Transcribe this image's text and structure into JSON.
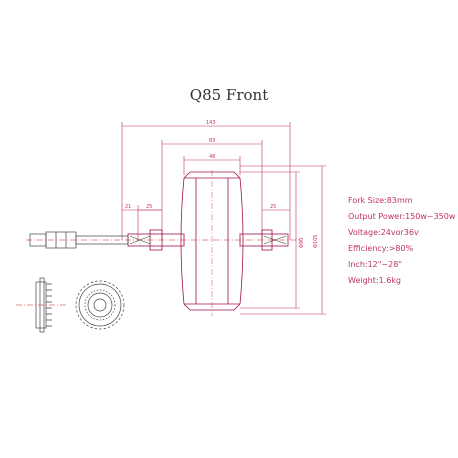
{
  "title": "Q85 Front",
  "dimensions": {
    "overall": "143",
    "fork": "83",
    "hub_body": "48",
    "left_shaft": "21",
    "left_flange": "25",
    "right_flange": "25",
    "height_inner": "Φ90",
    "height_outer": "Φ105"
  },
  "specs": [
    "Fork  Size:83mm",
    "Output  Power:150w~350w",
    "Voltage:24vor36v",
    "Efficiency:>80%",
    "Inch:12\"~28\"",
    "Weight:1.6kg"
  ],
  "colors": {
    "line": "#a01050",
    "dim": "#c0306e",
    "centerline": "#d02020"
  }
}
